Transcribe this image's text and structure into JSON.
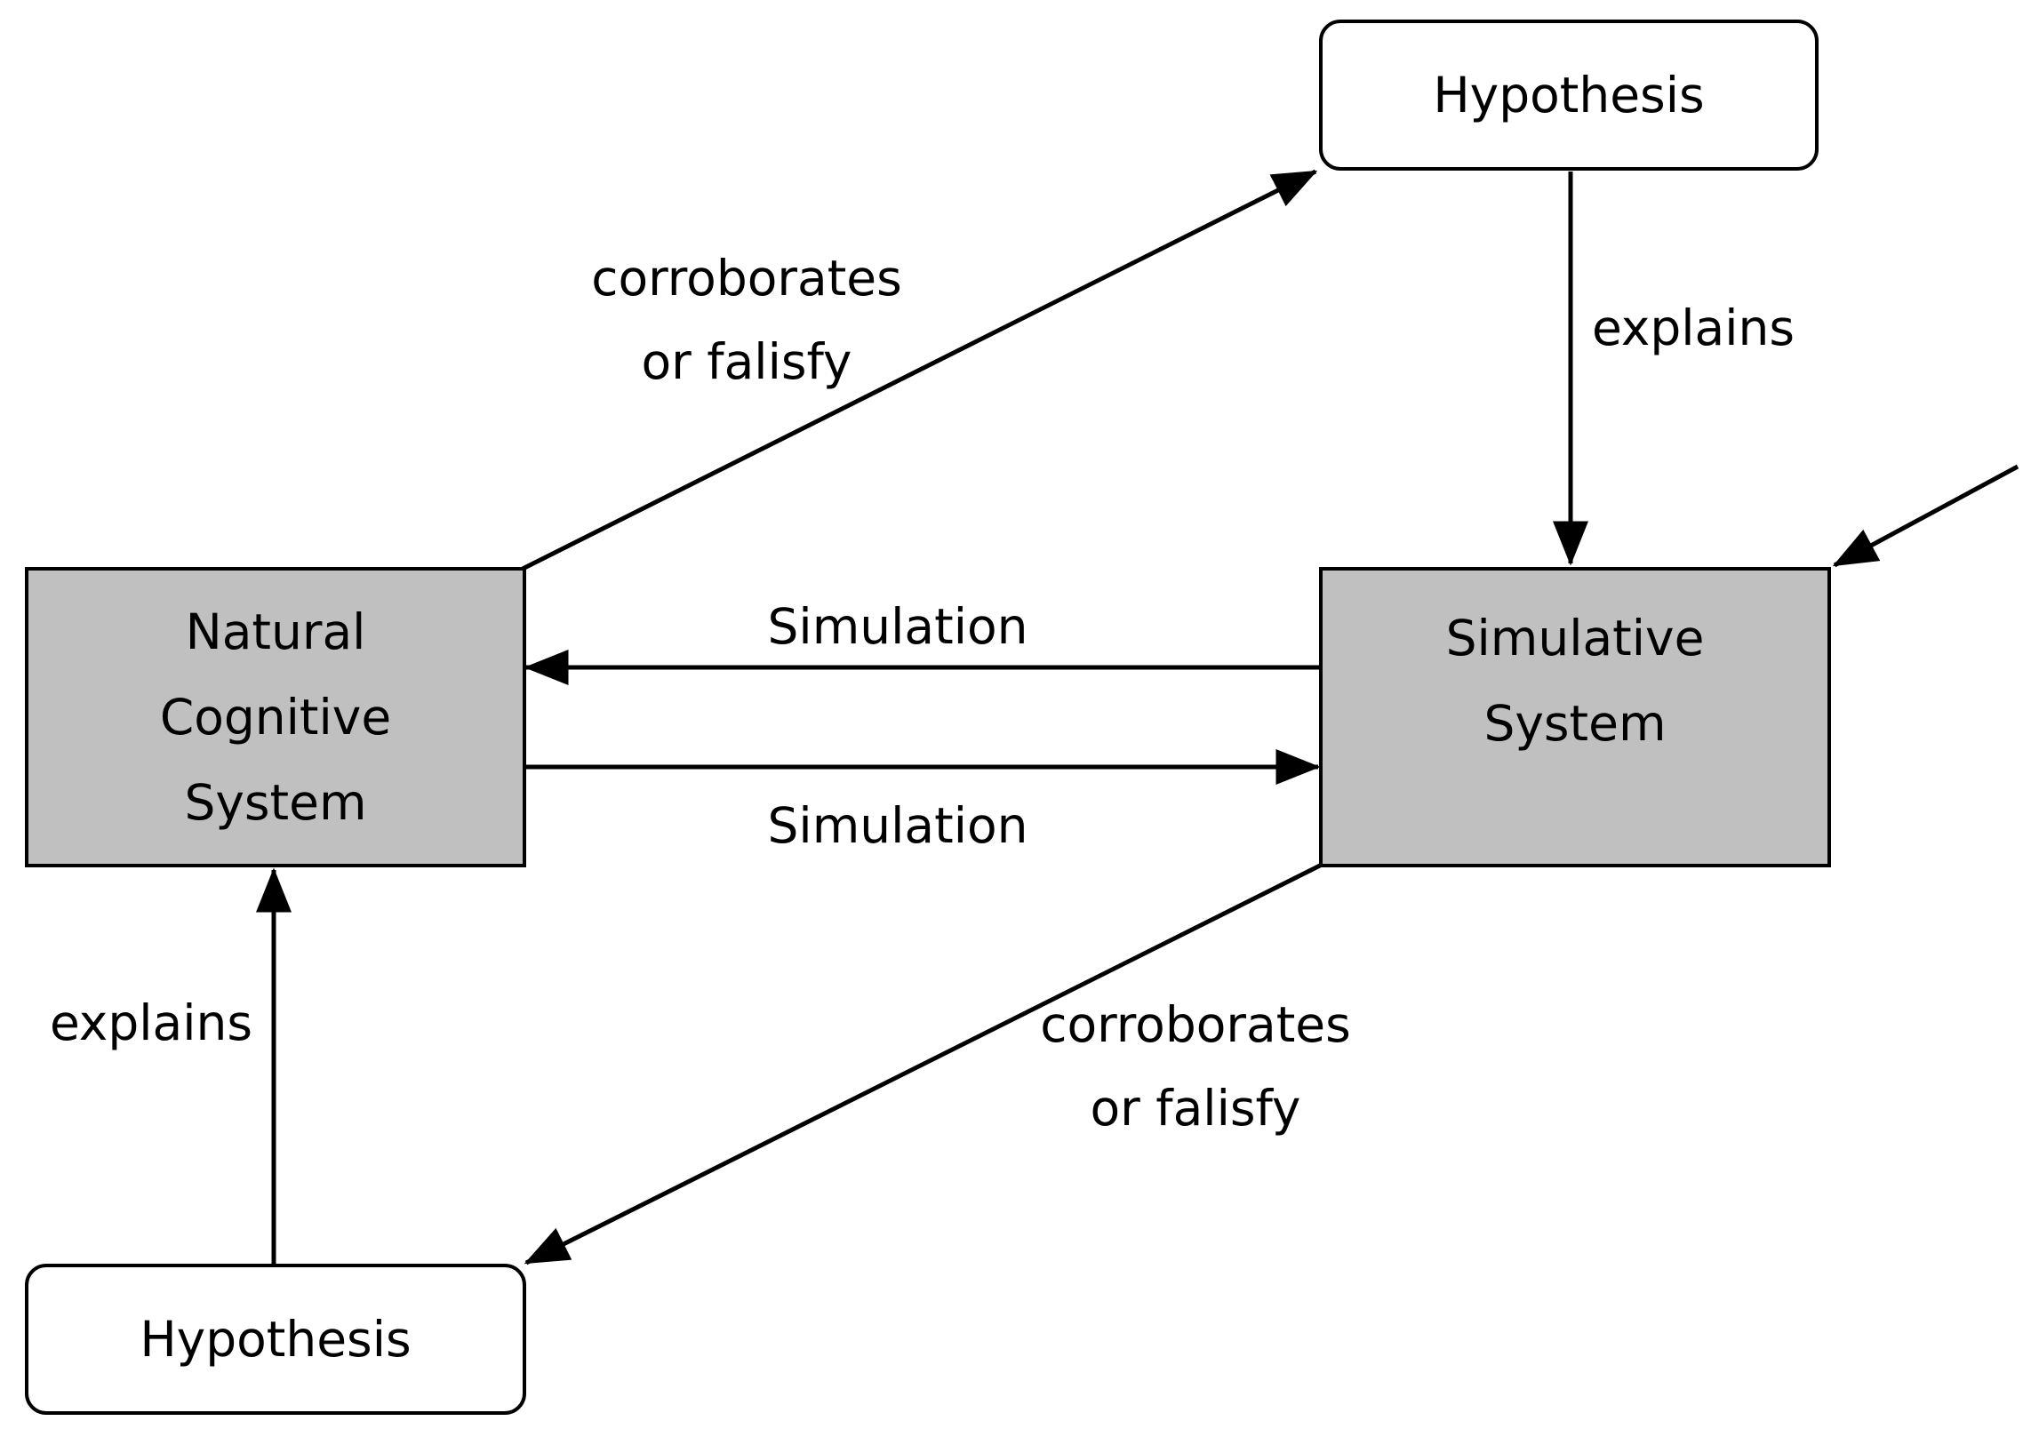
{
  "nodes": {
    "hypothesis_top": {
      "label": "Hypothesis"
    },
    "hypothesis_bottom": {
      "label": "Hypothesis"
    },
    "natural_cognitive_system": {
      "lines": [
        "Natural",
        "Cognitive",
        "System"
      ]
    },
    "simulative_system": {
      "lines": [
        "Simulative",
        "System"
      ]
    }
  },
  "edges": {
    "corroborates_top": {
      "lines": [
        "corroborates",
        "or falisfy"
      ]
    },
    "explains_right": {
      "label": "explains"
    },
    "simulation_upper": {
      "label": "Simulation"
    },
    "simulation_lower": {
      "label": "Simulation"
    },
    "explains_left": {
      "label": "explains"
    },
    "corroborates_bottom": {
      "lines": [
        "corroborates",
        "or falisfy"
      ]
    }
  },
  "colors": {
    "system_fill": "#c0c0c0",
    "hypothesis_fill": "#ffffff",
    "stroke": "#000000"
  }
}
